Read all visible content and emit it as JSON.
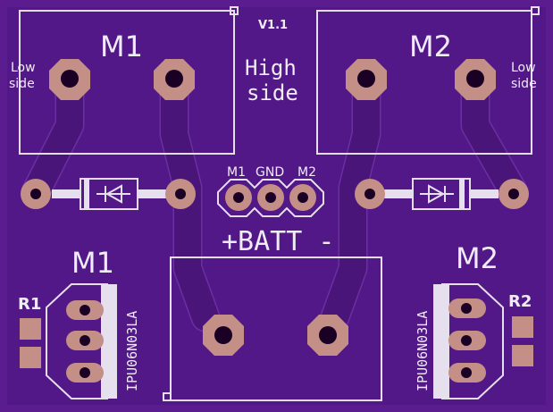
{
  "labels": {
    "version": "V1.1",
    "m1_top": "M1",
    "m2_top": "M2",
    "low_side_left_1": "Low",
    "low_side_left_2": "side",
    "low_side_right_1": "Low",
    "low_side_right_2": "side",
    "high_side_1": "High",
    "high_side_2": "side",
    "header_m1": "M1",
    "header_gnd": "GND",
    "header_m2": "M2",
    "batt": "+BATT -",
    "m1_bottom": "M1",
    "m2_bottom": "M2",
    "r1": "R1",
    "r2": "R2",
    "mosfet_left": "IPU06N03LA",
    "mosfet_right": "IPU06N03LA"
  },
  "colors": {
    "board": "#5a1c8f",
    "copper_pad": "#c48f86",
    "silkscreen": "#e6e0ee",
    "trace": "#4a1578"
  }
}
